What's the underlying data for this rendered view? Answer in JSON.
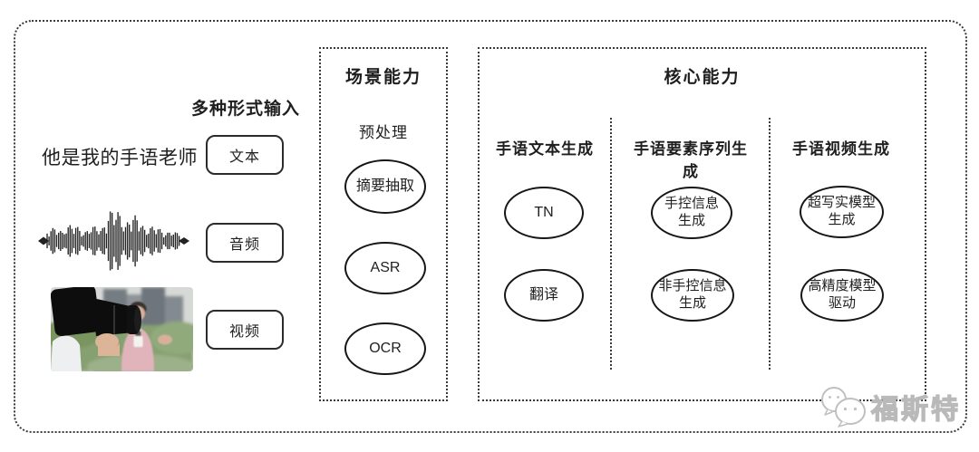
{
  "colors": {
    "ink": "#1f1f1f",
    "line": "#2b2b2b",
    "dotted_border": "#3a3a3a",
    "watermark_gray": "#bdbdbd"
  },
  "inputs": {
    "title": "多种形式输入",
    "text_sample": "他是我的手语老师",
    "items": [
      {
        "label": "文本",
        "media": "text-sample"
      },
      {
        "label": "音频",
        "media": "waveform-icon"
      },
      {
        "label": "视频",
        "media": "video-thumbnail"
      }
    ]
  },
  "scene": {
    "title": "场景能力",
    "subtitle": "预处理",
    "nodes": [
      "摘要抽取",
      "ASR",
      "OCR"
    ]
  },
  "core": {
    "title": "核心能力",
    "columns": [
      {
        "label": "手语文本生成",
        "nodes": [
          "TN",
          "翻译"
        ]
      },
      {
        "label": "手语要素序列生成",
        "nodes": [
          "手控信息\n生成",
          "非手控信息\n生成"
        ]
      },
      {
        "label": "手语视频生成",
        "nodes": [
          "超写实模型\n生成",
          "高精度模型\n驱动"
        ]
      }
    ]
  },
  "watermark": {
    "text": "福斯特",
    "icon": "chat-bubbles-logo"
  }
}
